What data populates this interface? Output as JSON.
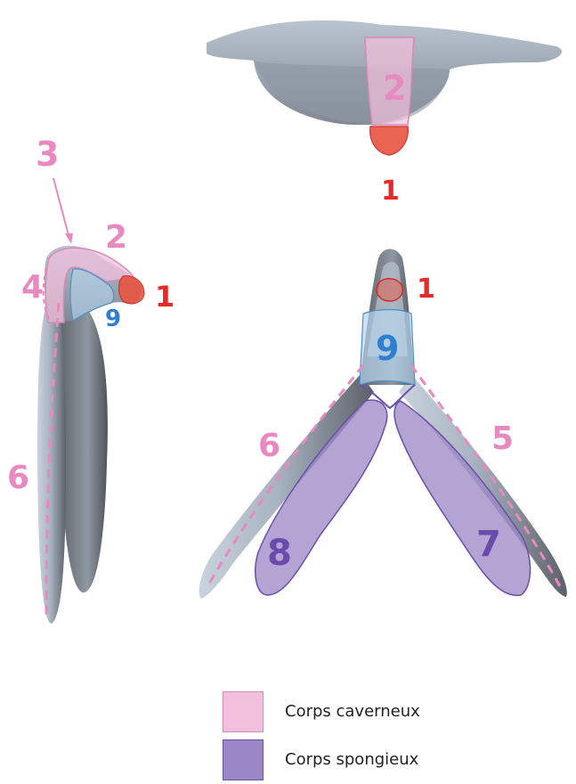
{
  "colors": {
    "caverneux_fill": "#f2bfdc",
    "caverneux_stroke": "#d78ab8",
    "spongieux_fill": "#9b86c6",
    "spongieux_stroke": "#6b4fa8",
    "label_pink": "#e88abf",
    "label_red": "#e52a2a",
    "label_blue": "#2e7fd0",
    "label_purple": "#6a4bad",
    "organ": "#aab6c4"
  },
  "labels": {
    "top_2": "2",
    "top_1": "1",
    "side_3": "3",
    "side_2": "2",
    "side_4": "4",
    "side_1": "1",
    "side_9": "9",
    "side_6": "6",
    "front_1": "1",
    "front_9": "9",
    "front_6": "6",
    "front_5": "5",
    "front_8": "8",
    "front_7": "7"
  },
  "legend": {
    "caverneux": "Corps caverneux",
    "spongieux": "Corps spongieux"
  }
}
